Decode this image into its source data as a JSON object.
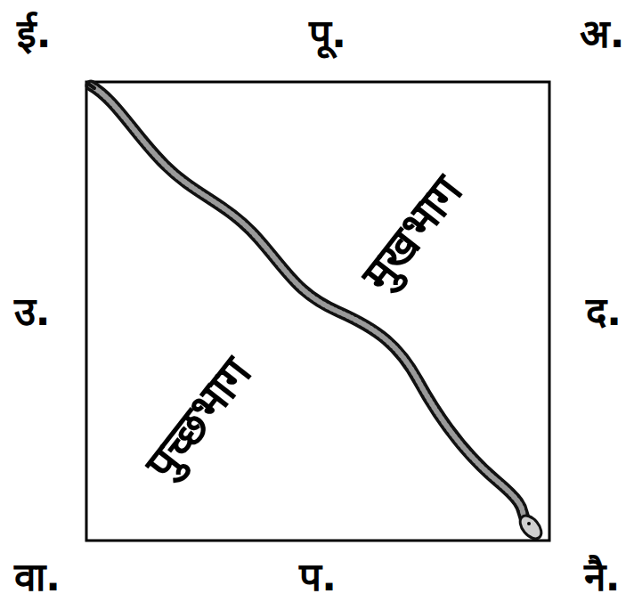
{
  "diagram": {
    "labels": [
      "ई.",
      "पू.",
      "अ.",
      "उ.",
      "द.",
      "वा.",
      "प.",
      "नै.",
      "मुखभाग",
      "पुच्छभाग"
    ]
  }
}
